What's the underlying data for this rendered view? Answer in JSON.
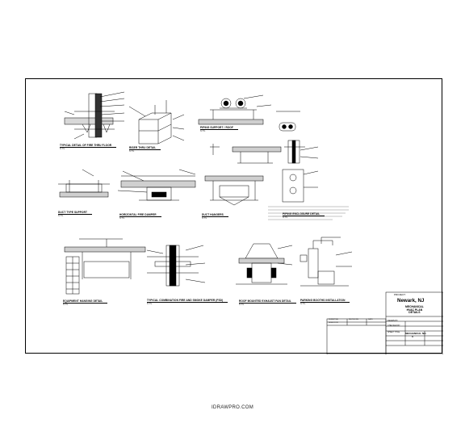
{
  "sheet": {
    "details": [
      {
        "title": "TYPICAL DETAIL OF FIRE THRU FLOOR",
        "scale": "N.T.S."
      },
      {
        "title": "RISER THRU DETAIL",
        "scale": "N.T.S."
      },
      {
        "title": "PIPING SUPPORT / ROOF",
        "scale": "N.T.S."
      },
      {
        "title": "DUCT TYPE SUPPORT",
        "scale": "N.T.S."
      },
      {
        "title": "HORIZONTAL FIRE DAMPER",
        "scale": "N.T.S."
      },
      {
        "title": "DUCT HANGERS",
        "scale": "N.T.S."
      },
      {
        "title": "PIPING ENCLOSURE DETAIL",
        "scale": "N.T.S."
      },
      {
        "title": "EQUIPMENT HANGING DETAIL",
        "scale": "N.T.S."
      },
      {
        "title": "TYPICAL COMBINATION FIRE AND SMOKE DAMPER (FSD)",
        "scale": "N.T.S."
      },
      {
        "title": "ROOF MOUNTED EXHAUST FAN DETAIL",
        "scale": "N.T.S."
      },
      {
        "title": "PARKING BOOTHS INSTALLATION",
        "scale": "N.T.S."
      }
    ],
    "title_block": {
      "project_label": "PROJECT:",
      "project": "Newark, NJ",
      "title_line1": "MECHANICAL",
      "title_line2": "HVAC PLAN",
      "title_line3": "DETAILS",
      "cell_1": "DRAWN BY",
      "cell_2": "CHECKED BY",
      "sheet_label": "SHEET TITLE",
      "sheet": "MECHANICAL NO.",
      "page": "M"
    },
    "revisions": {
      "col_1": "SUBMITTAL",
      "col_2": "REVISIONS",
      "col_3": "DATE",
      "row_1": "ISSUE FOR"
    }
  },
  "watermark": "IDRAWPRO.COM"
}
